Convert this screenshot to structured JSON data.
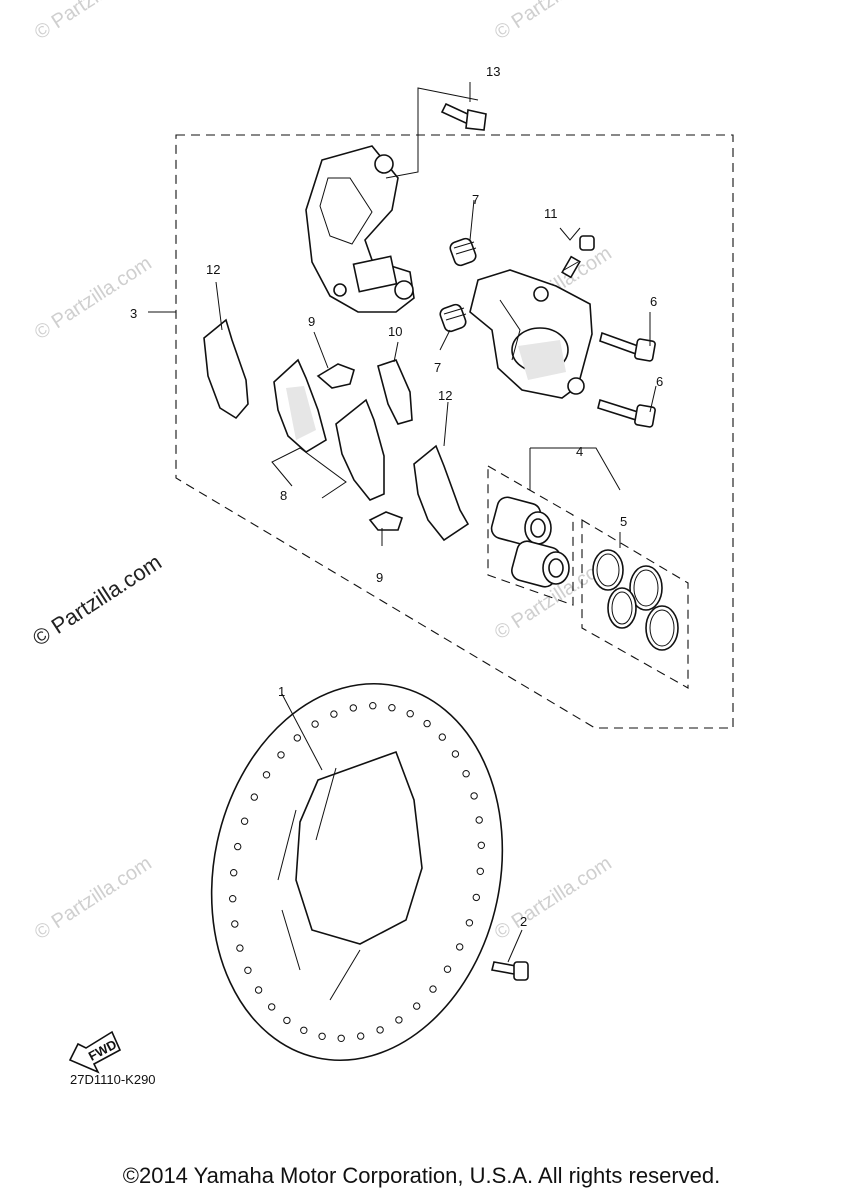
{
  "diagram": {
    "callouts": {
      "c1": "1",
      "c2": "2",
      "c3": "3",
      "c4": "4",
      "c5": "5",
      "c6a": "6",
      "c6b": "6",
      "c7a": "7",
      "c7b": "7",
      "c8": "8",
      "c9a": "9",
      "c9b": "9",
      "c10": "10",
      "c11": "11",
      "c12a": "12",
      "c12b": "12",
      "c13": "13"
    },
    "fwd_label": "FWD",
    "reference_code": "27D1110-K290",
    "watermark": "© Partzilla.com",
    "side_watermark": "© Partzilla.com"
  },
  "footer": {
    "copyright": "©2014 Yamaha Motor Corporation, U.S.A. All rights reserved."
  }
}
